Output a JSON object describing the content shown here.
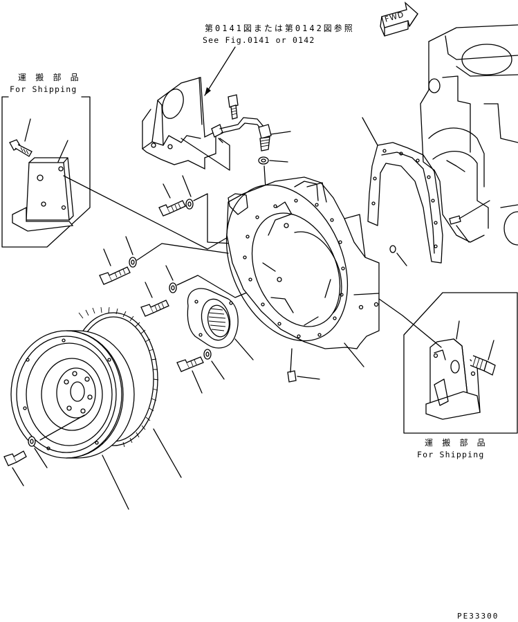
{
  "callout_top": {
    "jp": "第0141図または第0142図参照",
    "en": "See Fig.0141 or 0142"
  },
  "shipping_left": {
    "jp": "運 搬 部 品",
    "en": "For Shipping"
  },
  "shipping_right": {
    "jp": "運 搬 部 品",
    "en": "For Shipping"
  },
  "fwd_marker": "FWD",
  "drawing_code": "PE33300"
}
